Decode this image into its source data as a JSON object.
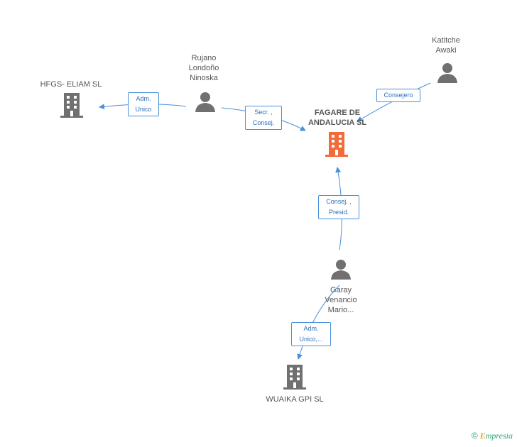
{
  "nodes": {
    "fagare": {
      "name_line1": "FAGARE DE",
      "name_line2": "ANDALUCIA  SL"
    },
    "hfgs": {
      "name": "HFGS- ELIAM SL"
    },
    "wuaika": {
      "name": "WUAIKA GPI SL"
    },
    "rujano": {
      "line1": "Rujano",
      "line2": "Londoño",
      "line3": "Ninoska"
    },
    "katitche": {
      "line1": "Katitche",
      "line2": "Awaki"
    },
    "garay": {
      "line1": "Garay",
      "line2": "Venancio",
      "line3": "Mario..."
    }
  },
  "edges": {
    "rujano_hfgs": {
      "line1": "Adm.",
      "line2": "Unico"
    },
    "rujano_fagare": {
      "line1": "Secr. ,",
      "line2": "Consej."
    },
    "katitche_fagare": {
      "line1": "Consejero"
    },
    "garay_fagare": {
      "line1": "Consej. ,",
      "line2": "Presid."
    },
    "garay_wuaika": {
      "line1": "Adm.",
      "line2": "Unico,..."
    }
  },
  "brand": {
    "copyright": "©",
    "e": "E",
    "rest": "mpresia"
  },
  "colors": {
    "main_company": "#f26b3a",
    "company": "#707070",
    "person": "#707070",
    "edge": "#4a90d9"
  }
}
